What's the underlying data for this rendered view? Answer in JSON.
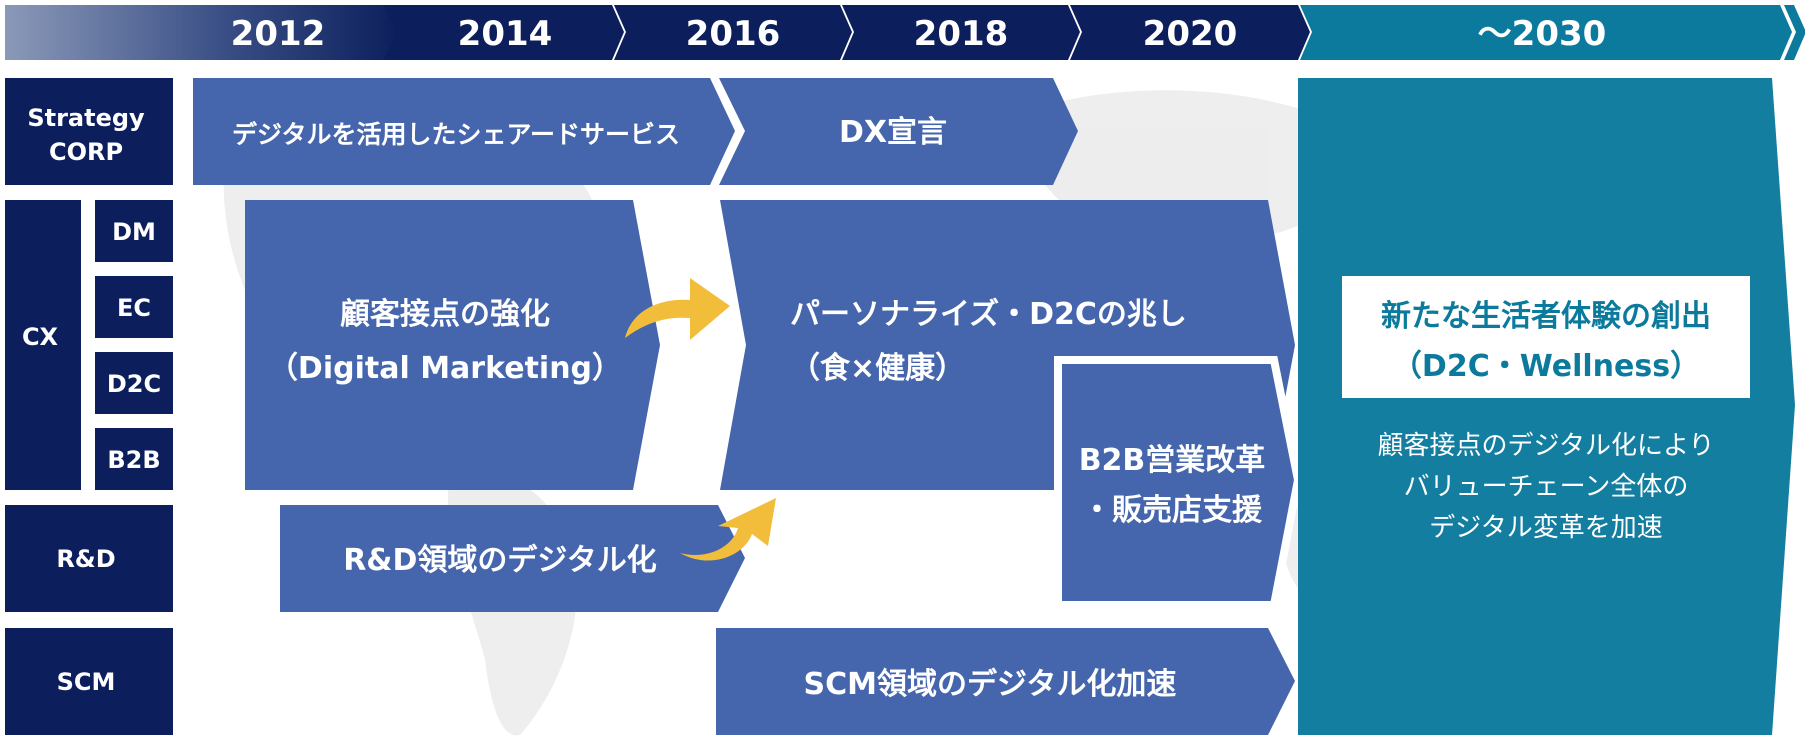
{
  "timeline": {
    "years": [
      "2012",
      "2014",
      "2016",
      "2018",
      "2020"
    ],
    "future": "〜2030"
  },
  "rows": {
    "strategy": [
      "Strategy",
      "CORP"
    ],
    "cx": "CX",
    "cx_sub": [
      "DM",
      "EC",
      "D2C",
      "B2B"
    ],
    "rd": "R&D",
    "scm": "SCM"
  },
  "initiatives": {
    "shared_service": "デジタルを活用したシェアードサービス",
    "dx_declaration": "DX宣言",
    "customer_touchpoint": [
      "顧客接点の強化",
      "（Digital Marketing）"
    ],
    "personalize": [
      "パーソナライズ・D2Cの兆し",
      "（食×健康）"
    ],
    "b2b_reform": [
      "B2B営業改革",
      "・販売店支援"
    ],
    "rd_digital": "R&D領域のデジタル化",
    "scm_digital": "SCM領域のデジタル化加速"
  },
  "vision": {
    "headline": [
      "新たな生活者体験の創出",
      "（D2C・Wellness）"
    ],
    "body": [
      "顧客接点のデジタル化により",
      "バリューチェーン全体の",
      "デジタル変革を加速"
    ]
  },
  "colors": {
    "navy": "#0c1f5c",
    "block": "#4565ad",
    "teal": "#0b7a9c",
    "arrow": "#f2bd3a",
    "map": "#ececec"
  }
}
